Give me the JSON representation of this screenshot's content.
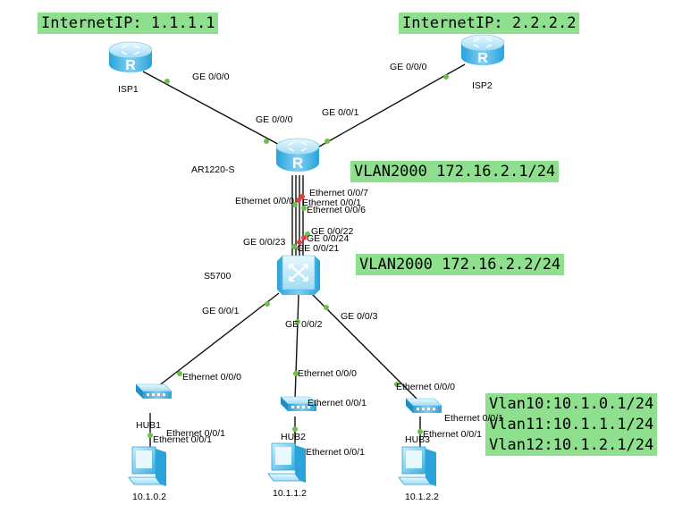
{
  "banners": {
    "isp1_ip": "InternetIP: 1.1.1.1",
    "isp2_ip": "InternetIP: 2.2.2.2",
    "ar_vlan": "VLAN2000 172.16.2.1/24",
    "sw_vlan": "VLAN2000 172.16.2.2/24",
    "vlan10": "Vlan10:10.1.0.1/24",
    "vlan11": "Vlan11:10.1.1.1/24",
    "vlan12": "Vlan12:10.1.2.1/24"
  },
  "devices": {
    "isp1": "ISP1",
    "isp2": "ISP2",
    "router": "AR1220-S",
    "switch": "S5700",
    "hub1": "HUB1",
    "hub2": "HUB2",
    "hub3": "HUB3",
    "pc1": "10.1.0.2",
    "pc2": "10.1.1.2",
    "pc3": "10.1.2.2"
  },
  "ports": {
    "isp1_ge000": "GE 0/0/0",
    "isp2_ge000": "GE 0/0/0",
    "ar_ge000": "GE 0/0/0",
    "ar_ge001": "GE 0/0/1",
    "ar_eth000": "Ethernet 0/0/0",
    "ar_eth007": "Ethernet 0/0/7",
    "ar_eth001": "Ethernet 0/0/1",
    "ar_eth006": "Ethernet 0/0/6",
    "sw_ge0022": "GE 0/0/22",
    "sw_ge0023": "GE 0/0/23",
    "sw_ge0024": "GE 0/0/24",
    "sw_ge0021": "GE 0/0/21",
    "sw_ge001": "GE 0/0/1",
    "sw_ge002": "GE 0/0/2",
    "sw_ge003": "GE 0/0/3",
    "hub1_eth000": "Ethernet 0/0/0",
    "hub1_eth001a": "Ethernet 0/0/1",
    "hub1_eth001b": "Ethernet 0/0/1",
    "hub2_eth000": "Ethernet 0/0/0",
    "hub2_eth001": "Ethernet 0/0/1",
    "pc2_eth001": "Ethernet 0/0/1",
    "hub3_eth000": "Ethernet 0/0/0",
    "hub3_eth001a": "Ethernet 0/0/1",
    "hub3_eth001b": "Ethernet 0/0/1"
  },
  "colors": {
    "banner_bg": "#8ee08e",
    "link_up": "#6cc04a",
    "link_down": "#e04040",
    "device_light": "#bfe8f8",
    "device_dark": "#2aa3db"
  },
  "icons": [
    "router-icon",
    "switch-icon",
    "hub-icon",
    "pc-icon"
  ]
}
